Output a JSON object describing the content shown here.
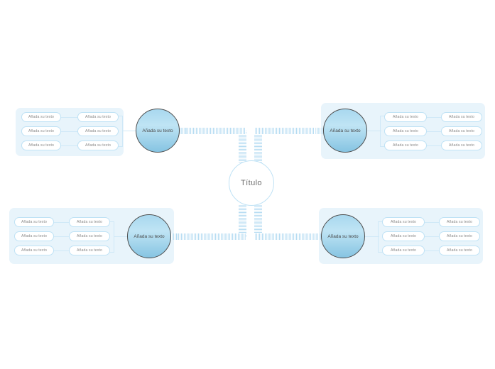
{
  "diagram": {
    "kind": "mind-map",
    "language": "es",
    "center": {
      "label": "Título"
    },
    "colors": {
      "panel_tint": "#e8f4fb",
      "pill_border": "#bfe2f5",
      "connector_stripe": "#b6dcf2",
      "node_gradient_top": "#a8d8ef",
      "node_gradient_bottom": "#86c4e2",
      "node_border": "#4d4d4d",
      "text": "#8a8a8a",
      "background": "#ffffff"
    },
    "branches": [
      {
        "id": "top-left",
        "node_label": "Añada su texto",
        "rows": [
          {
            "inner": "Añada su texto",
            "outer": "Añada su texto"
          },
          {
            "inner": "Añada su texto",
            "outer": "Añada su texto"
          },
          {
            "inner": "Añada su texto",
            "outer": "Añada su texto"
          }
        ]
      },
      {
        "id": "top-right",
        "node_label": "Añada su texto",
        "rows": [
          {
            "inner": "Añada su texto",
            "outer": "Añada su texto"
          },
          {
            "inner": "Añada su texto",
            "outer": "Añada su texto"
          },
          {
            "inner": "Añada su texto",
            "outer": "Añada su texto"
          }
        ]
      },
      {
        "id": "bottom-left",
        "node_label": "Añada su texto",
        "rows": [
          {
            "inner": "Añada su texto",
            "outer": "Añada su texto"
          },
          {
            "inner": "Añada su texto",
            "outer": "Añada su texto"
          },
          {
            "inner": "Añada su texto",
            "outer": "Añada su texto"
          }
        ]
      },
      {
        "id": "bottom-right",
        "node_label": "Añada su texto",
        "rows": [
          {
            "inner": "Añada su texto",
            "outer": "Añada su texto"
          },
          {
            "inner": "Añada su texto",
            "outer": "Añada su texto"
          },
          {
            "inner": "Añada su texto",
            "outer": "Añada su texto"
          }
        ]
      }
    ]
  }
}
